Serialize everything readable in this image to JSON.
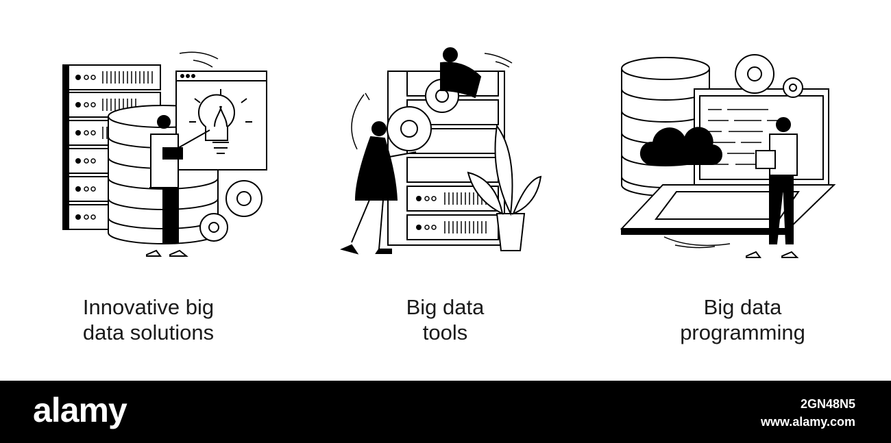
{
  "panels": [
    {
      "line1": "Innovative big",
      "line2": "data solutions"
    },
    {
      "line1": "Big data",
      "line2": "tools"
    },
    {
      "line1": "Big data",
      "line2": "programming"
    }
  ],
  "footer": {
    "brand": "alamy",
    "image_id": "2GN48N5",
    "site": "www.alamy.com"
  },
  "colors": {
    "ink": "#000000",
    "background": "#ffffff",
    "footer": "#000000"
  }
}
